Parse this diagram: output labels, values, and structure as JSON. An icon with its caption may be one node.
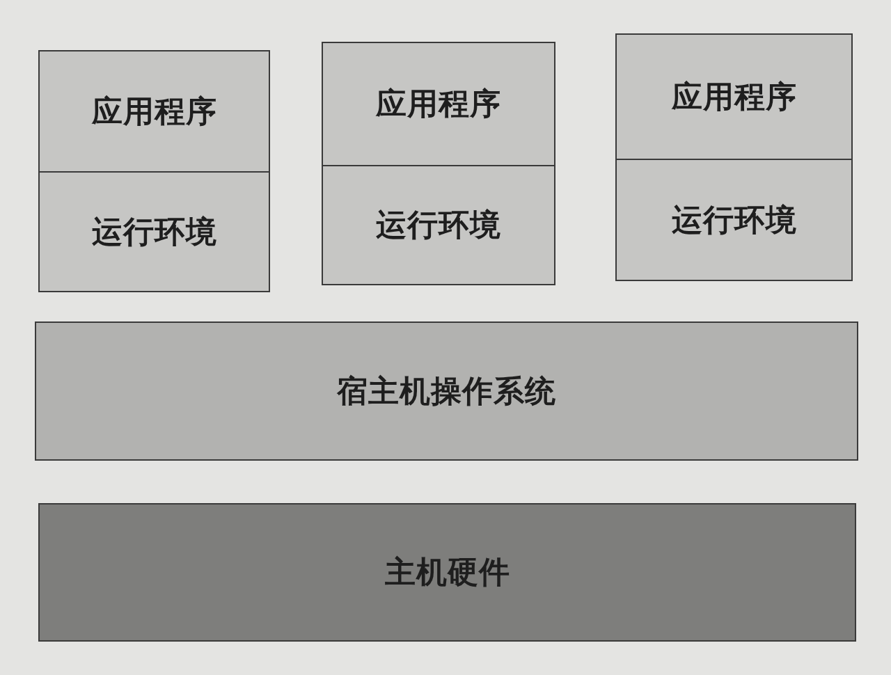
{
  "diagram": {
    "nodes": [
      {
        "text": [
          "应用程序"
        ]
      },
      {
        "text": [
          "运行环境"
        ]
      },
      {
        "text": [
          "应用程序"
        ]
      },
      {
        "text": [
          "运行环境"
        ]
      },
      {
        "text": [
          "应用程序"
        ]
      },
      {
        "text": [
          "运行环境"
        ]
      },
      {
        "text": [
          "宿主机操作系统"
        ]
      },
      {
        "text": [
          "主机硬件"
        ]
      }
    ]
  }
}
